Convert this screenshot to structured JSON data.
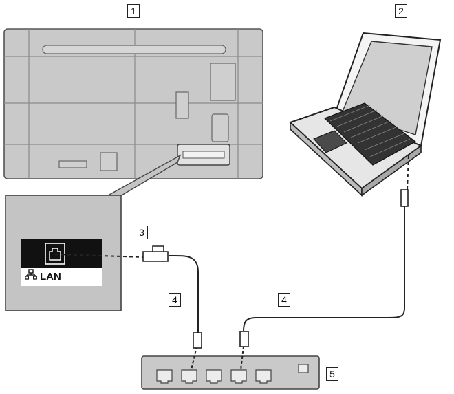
{
  "callouts": {
    "display": "1",
    "computer": "2",
    "lan_adapter": "3",
    "lan_cable_left": "4",
    "lan_cable_right": "4",
    "hub": "5"
  },
  "lan_terminal": {
    "icon": "network-icon",
    "label": "LAN"
  },
  "colors": {
    "display_panel": "#c9c9c9",
    "zoom_panel": "#c4c4c4",
    "terminal_black": "#111111",
    "cable": "#222222"
  }
}
